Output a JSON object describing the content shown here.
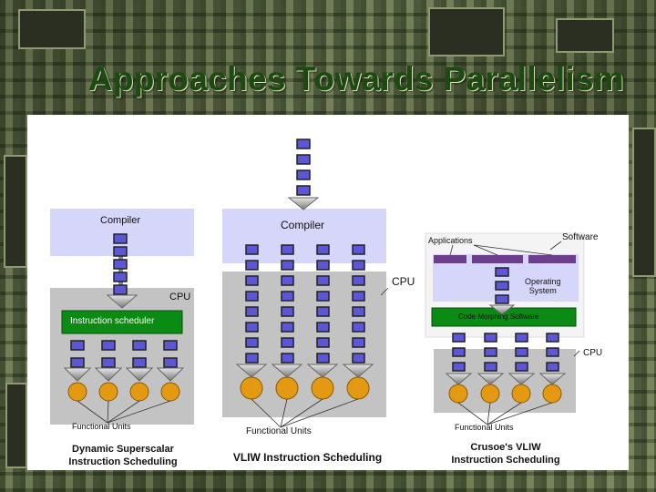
{
  "slide": {
    "title": "Approaches Towards Parallelism"
  },
  "diagram": {
    "dynamic": {
      "compiler_label": "Compiler",
      "cpu_label": "CPU",
      "scheduler_label": "Instruction scheduler",
      "fu_label": "Functional Units",
      "caption_line1": "Dynamic Superscalar",
      "caption_line2": "Instruction Scheduling"
    },
    "vliw": {
      "compiler_label": "Compiler",
      "cpu_label": "CPU",
      "fu_label": "Functional Units",
      "caption": "VLIW Instruction Scheduling"
    },
    "crusoe": {
      "applications_label": "Applications",
      "software_label": "Software",
      "os_label_line1": "Operating",
      "os_label_line2": "System",
      "cms_label": "Code Morphing Software",
      "cpu_label": "CPU",
      "fu_label": "Functional Units",
      "caption_line1": "Crusoe's VLIW",
      "caption_line2": "Instruction Scheduling"
    }
  },
  "colors": {
    "title": "#1c4a12",
    "compiler_fill": "#d6d6fb",
    "cpu_fill": "#c3c3c3",
    "green": "#0b8a14",
    "purple": "#6d3d8e",
    "unit": "#e39a12",
    "instruction": "#5b57d6"
  }
}
